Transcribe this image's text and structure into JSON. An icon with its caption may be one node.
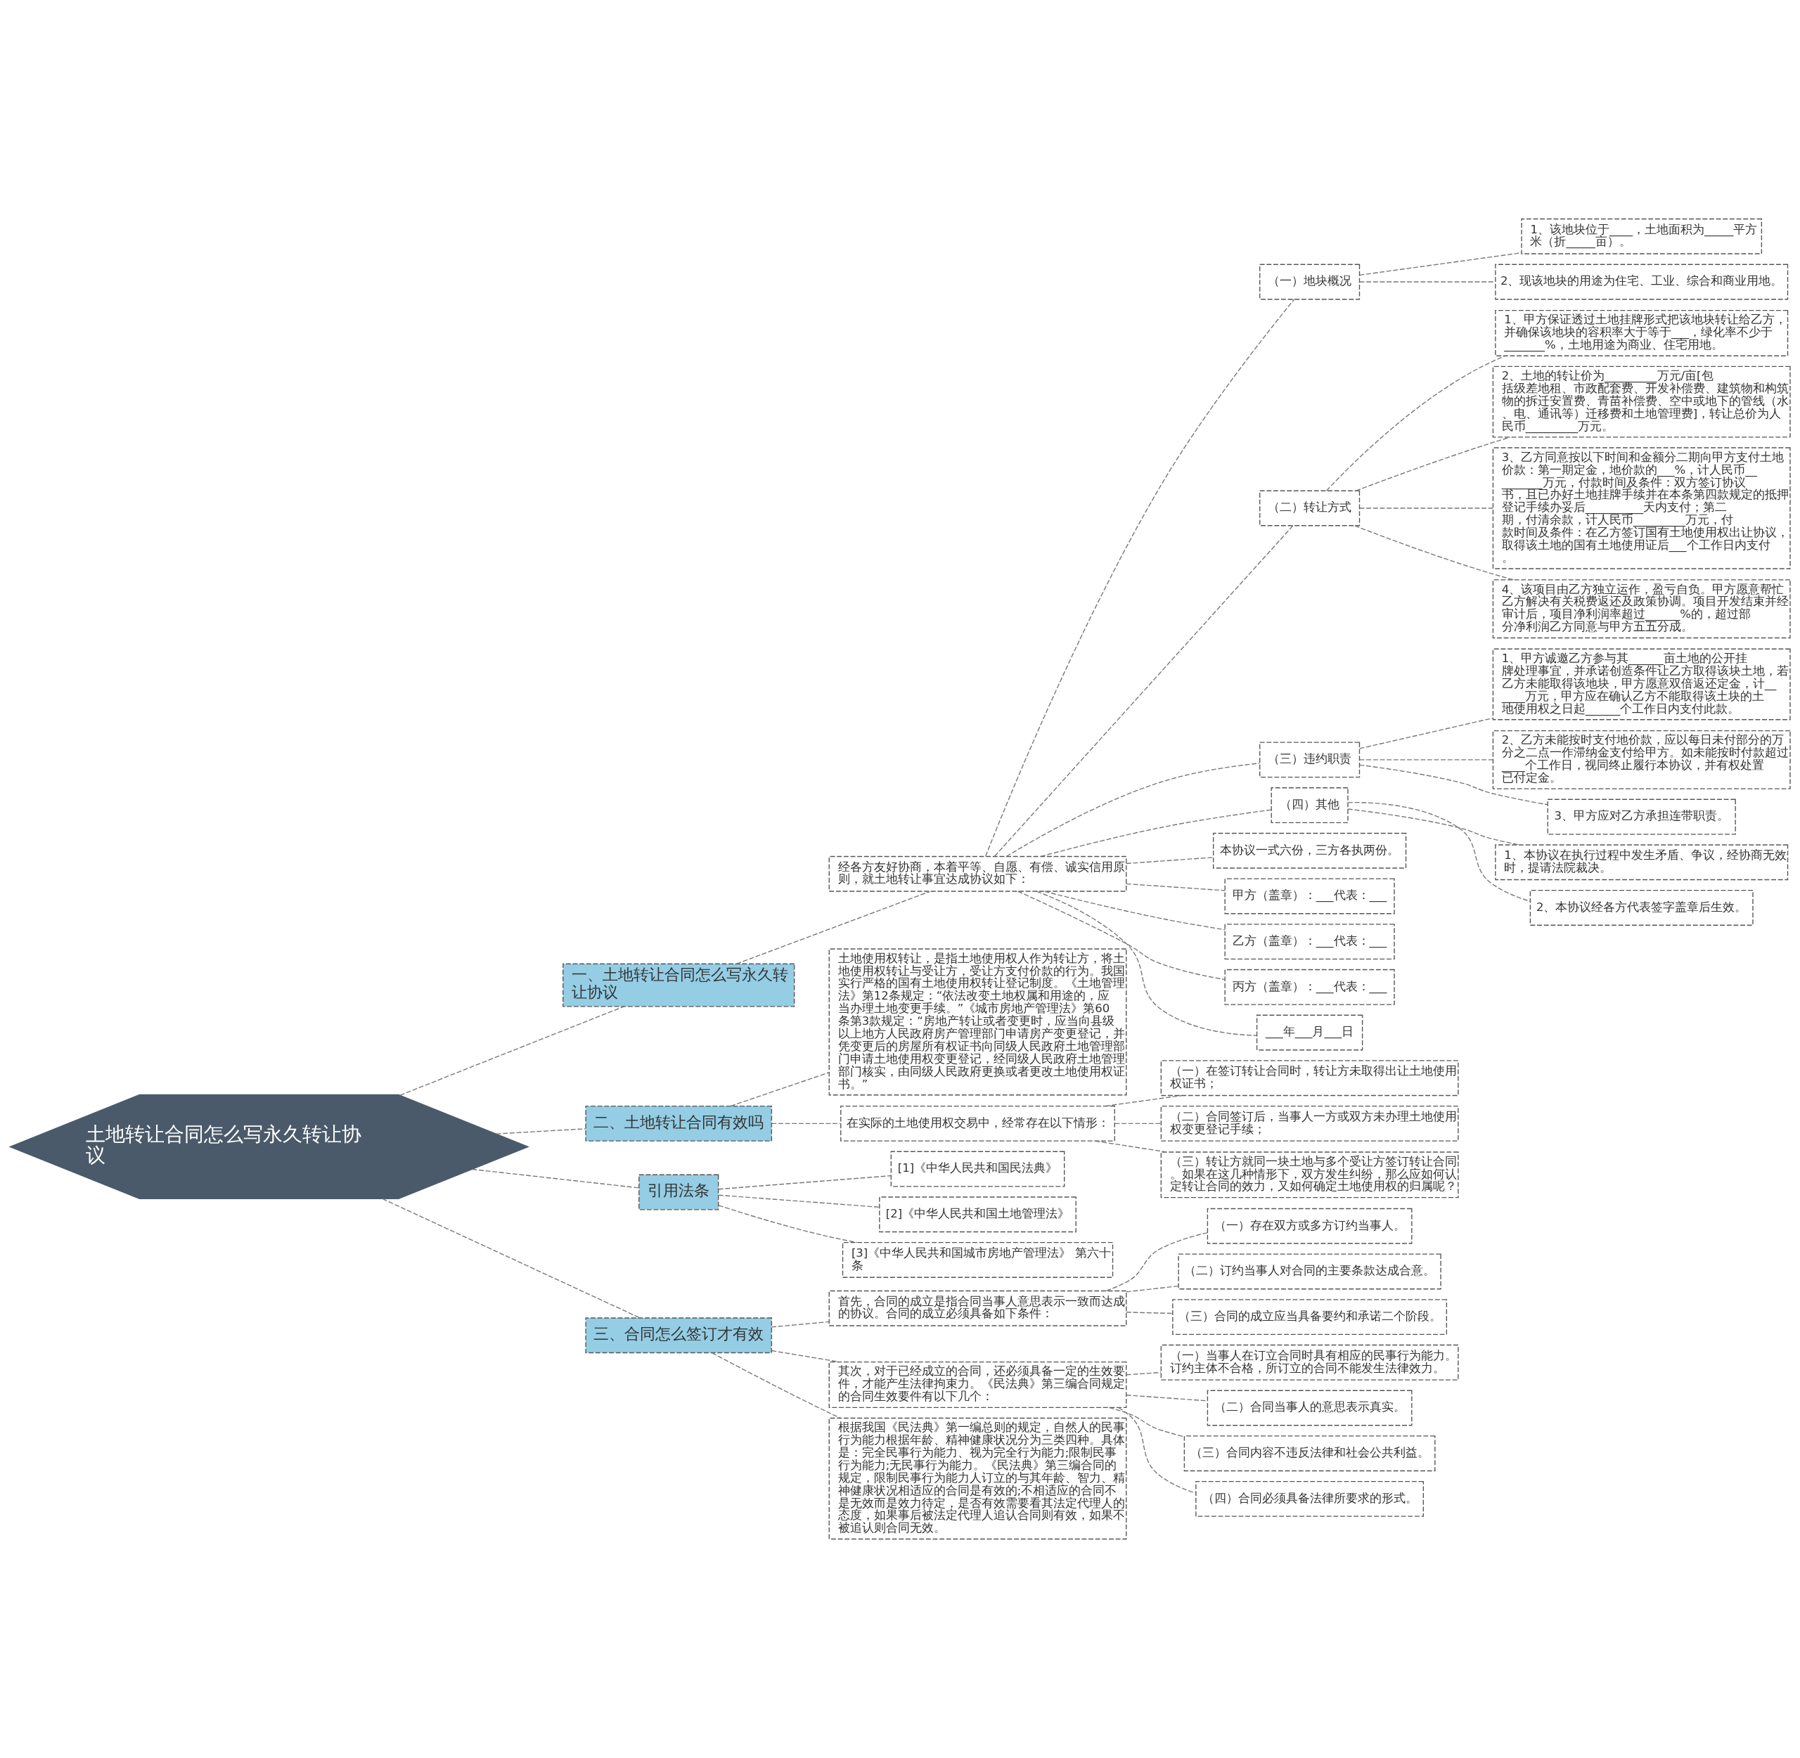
{
  "diagram": {
    "nodes": [
      {
        "text": [
          "土地转让合同怎么写永久转让协议"
        ]
      },
      {
        "text": [
          "一、土地转让合同怎么写永久转让协议"
        ]
      },
      {
        "text": [
          "经各方友好协商，本着平等、自愿、有偿、诚实信用原则，就土地转让事宜达成协议如下："
        ]
      },
      {
        "text": [
          "（一）地块概况"
        ]
      },
      {
        "text": [
          "1、该地块位于____，土地面积为_____平方米（折_____亩）。"
        ]
      },
      {
        "text": [
          "2、现该地块的用途为住宅、工业、综合和商业用地。"
        ]
      },
      {
        "text": [
          "（二）转让方式"
        ]
      },
      {
        "text": [
          "1、甲方保证透过土地挂牌形式把该地块转让给乙方，并确保该地块的容积率大于等于___，绿化率不少于_______%，土地用途为商业、住宅用地。"
        ]
      },
      {
        "text": [
          "2、土地的转让价为_________万元/亩[包括级差地租、市政配套费、开发补偿费、建筑物和构筑物的拆迁安置费、青苗补偿费、空中或地下的管线（水、电、通讯等）迁移费和土地管理费]，转让总价为人民币_________万元。"
        ]
      },
      {
        "text": [
          "3、乙方同意按以下时间和金额分二期向甲方支付土地价款：第一期定金，地价款的___%，计人民币_________万元，付款时间及条件：双方签订协议书，且已办好土地挂牌手续并在本条第四款规定的抵押登记手续办妥后__________天内支付；第二期，付清余款，计人民币_________万元，付款时间及条件：在乙方签订国有土地使用权出让协议，取得该土地的国有土地使用证后___个工作日内支付。"
        ]
      },
      {
        "text": [
          "4、该项目由乙方独立运作，盈亏自负。甲方愿意帮忙乙方解决有关税费返还及政策协调。项目开发结束并经审计后，项目净利润率超过______%的，超过部分净利润乙方同意与甲方五五分成。"
        ]
      },
      {
        "text": [
          "（三）违约职责"
        ]
      },
      {
        "text": [
          "1、甲方诚邀乙方参与其______亩土地的公开挂牌处理事宜，并承诺创造条件让乙方取得该块土地，若乙方未能取得该地块，甲方愿意双倍返还定金，计______万元，甲方应在确认乙方不能取得该土块的土地使用权之日起______个工作日内支付此款。"
        ]
      },
      {
        "text": [
          "2、乙方未能按时支付地价款，应以每日未付部分的万分之二点一作滞纳金支付给甲方。如未能按时付款超过____个工作日，视同终止履行本协议，并有权处置已付定金。"
        ]
      },
      {
        "text": [
          "3、甲方应对乙方承担连带职责。"
        ]
      },
      {
        "text": [
          "（四）其他"
        ]
      },
      {
        "text": [
          "1、本协议在执行过程中发生矛盾、争议，经协商无效时，提请法院裁决。"
        ]
      },
      {
        "text": [
          "2、本协议经各方代表签字盖章后生效。"
        ]
      },
      {
        "text": [
          "本协议一式六份，三方各执两份。"
        ]
      },
      {
        "text": [
          "甲方（盖章）：___代表：___"
        ]
      },
      {
        "text": [
          "乙方（盖章）：___代表：___"
        ]
      },
      {
        "text": [
          "丙方（盖章）：___代表：___"
        ]
      },
      {
        "text": [
          "___年___月___日"
        ]
      },
      {
        "text": [
          "二、土地转让合同有效吗"
        ]
      },
      {
        "text": [
          "土地使用权转让，是指土地使用权人作为转让方，将土地使用权转让与受让方，受让方支付价款的行为。我国实行严格的国有土地使用权转让登记制度。《土地管理法》第12条规定：“依法改变土地权属和用途的，应当办理土地变更手续。”《城市房地产管理法》第60条第3款规定：“房地产转让或者变更时，应当向县级以上地方人民政府房产管理部门申请房产变更登记，并凭变更后的房屋所有权证书向同级人民政府土地管理部门申请土地使用权变更登记，经同级人民政府土地管理部门核实，由同级人民政府更换或者更改土地使用权证书。”"
        ]
      },
      {
        "text": [
          "在实际的土地使用权交易中，经常存在以下情形："
        ]
      },
      {
        "text": [
          "（一）在签订转让合同时，转让方未取得出让土地使用权证书；"
        ]
      },
      {
        "text": [
          "（二）合同签订后，当事人一方或双方未办理土地使用权变更登记手续；"
        ]
      },
      {
        "text": [
          "（三）转让方就同一块土地与多个受让方签订转让合同。如果在这几种情形下，双方发生纠纷，那么应如何认定转让合同的效力，又如何确定土地使用权的归属呢？"
        ]
      },
      {
        "text": [
          "引用法条"
        ]
      },
      {
        "text": [
          "[1]《中华人民共和国民法典》"
        ]
      },
      {
        "text": [
          "[2]《中华人民共和国土地管理法》"
        ]
      },
      {
        "text": [
          "[3]《中华人民共和国城市房地产管理法》 第六十条"
        ]
      },
      {
        "text": [
          "三、合同怎么签订才有效"
        ]
      },
      {
        "text": [
          "首先，合同的成立是指合同当事人意思表示一致而达成的协议。合同的成立必须具备如下条件："
        ]
      },
      {
        "text": [
          "（一）存在双方或多方订约当事人。"
        ]
      },
      {
        "text": [
          "（二）订约当事人对合同的主要条款达成合意。"
        ]
      },
      {
        "text": [
          "（三）合同的成立应当具备要约和承诺二个阶段。"
        ]
      },
      {
        "text": [
          "其次，对于已经成立的合同，还必须具备一定的生效要件，才能产生法律拘束力。《民法典》第三编合同规定的合同生效要件有以下几个："
        ]
      },
      {
        "text": [
          "（一）当事人在订立合同时具有相应的民事行为能力。订约主体不合格，所订立的合同不能发生法律效力。"
        ]
      },
      {
        "text": [
          "（二）合同当事人的意思表示真实。"
        ]
      },
      {
        "text": [
          "（三）合同内容不违反法律和社会公共利益。"
        ]
      },
      {
        "text": [
          "（四）合同必须具备法律所要求的形式。"
        ]
      },
      {
        "text": [
          "根据我国《民法典》第一编总则的规定，自然人的民事行为能力根据年龄、精神健康状况分为三类四种。具体是：完全民事行为能力、视为完全行为能力;限制民事行为能力;无民事行为能力。《民法典》第三编合同的规定，限制民事行为能力人订立的与其年龄、智力、精神健康状况相适应的合同是有效的;不相适应的合同不是无效而是效力待定，是否有效需要看其法定代理人的态度，如果事后被法定代理人追认合同则有效，如果不被追认则合同无效。"
        ]
      }
    ],
    "edges": [
      {
        "from": 0,
        "to": 1,
        "arrow": "none"
      },
      {
        "from": 1,
        "to": 2,
        "arrow": "none"
      },
      {
        "from": 2,
        "to": 3,
        "arrow": "none"
      },
      {
        "from": 3,
        "to": 4,
        "arrow": "none"
      },
      {
        "from": 3,
        "to": 5,
        "arrow": "none"
      },
      {
        "from": 2,
        "to": 6,
        "arrow": "none"
      },
      {
        "from": 6,
        "to": 7,
        "arrow": "none"
      },
      {
        "from": 6,
        "to": 8,
        "arrow": "none"
      },
      {
        "from": 6,
        "to": 9,
        "arrow": "none"
      },
      {
        "from": 6,
        "to": 10,
        "arrow": "none"
      },
      {
        "from": 2,
        "to": 11,
        "arrow": "none"
      },
      {
        "from": 11,
        "to": 12,
        "arrow": "none"
      },
      {
        "from": 11,
        "to": 13,
        "arrow": "none"
      },
      {
        "from": 11,
        "to": 14,
        "arrow": "none"
      },
      {
        "from": 2,
        "to": 15,
        "arrow": "none"
      },
      {
        "from": 15,
        "to": 16,
        "arrow": "none"
      },
      {
        "from": 15,
        "to": 17,
        "arrow": "none"
      },
      {
        "from": 2,
        "to": 18,
        "arrow": "none"
      },
      {
        "from": 2,
        "to": 19,
        "arrow": "none"
      },
      {
        "from": 2,
        "to": 20,
        "arrow": "none"
      },
      {
        "from": 2,
        "to": 21,
        "arrow": "none"
      },
      {
        "from": 2,
        "to": 22,
        "arrow": "none"
      },
      {
        "from": 0,
        "to": 23,
        "arrow": "none"
      },
      {
        "from": 23,
        "to": 24,
        "arrow": "none"
      },
      {
        "from": 23,
        "to": 25,
        "arrow": "none"
      },
      {
        "from": 25,
        "to": 26,
        "arrow": "none"
      },
      {
        "from": 25,
        "to": 27,
        "arrow": "none"
      },
      {
        "from": 25,
        "to": 28,
        "arrow": "none"
      },
      {
        "from": 0,
        "to": 29,
        "arrow": "none"
      },
      {
        "from": 29,
        "to": 30,
        "arrow": "none"
      },
      {
        "from": 29,
        "to": 31,
        "arrow": "none"
      },
      {
        "from": 29,
        "to": 32,
        "arrow": "none"
      },
      {
        "from": 0,
        "to": 33,
        "arrow": "none"
      },
      {
        "from": 33,
        "to": 34,
        "arrow": "none"
      },
      {
        "from": 34,
        "to": 35,
        "arrow": "none"
      },
      {
        "from": 34,
        "to": 36,
        "arrow": "none"
      },
      {
        "from": 34,
        "to": 37,
        "arrow": "none"
      },
      {
        "from": 33,
        "to": 38,
        "arrow": "none"
      },
      {
        "from": 38,
        "to": 39,
        "arrow": "none"
      },
      {
        "from": 38,
        "to": 40,
        "arrow": "none"
      },
      {
        "from": 38,
        "to": 41,
        "arrow": "none"
      },
      {
        "from": 38,
        "to": 42,
        "arrow": "none"
      },
      {
        "from": 33,
        "to": 43,
        "arrow": "none"
      }
    ]
  }
}
